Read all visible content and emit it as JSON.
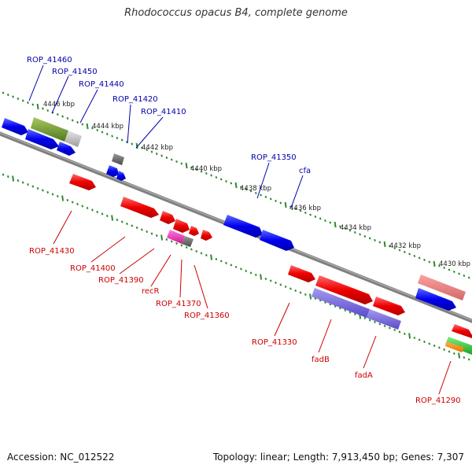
{
  "title": "Rhodococcus opacus B4, complete genome",
  "footer": {
    "accession": "Accession: NC_012522",
    "summary": "Topology: linear; Length: 7,913,450 bp; Genes: 7,307"
  },
  "colors": {
    "backbone": "#808080",
    "ticks": "#2e8b2e",
    "label_top": "#0000aa",
    "label_bottom": "#cc0000"
  },
  "scale_ticks": [
    {
      "label": "4446 kbp",
      "kbp": 4446
    },
    {
      "label": "4444 kbp",
      "kbp": 4444
    },
    {
      "label": "4442 kbp",
      "kbp": 4442
    },
    {
      "label": "4440 kbp",
      "kbp": 4440
    },
    {
      "label": "4438 kbp",
      "kbp": 4438
    },
    {
      "label": "4436 kbp",
      "kbp": 4436
    },
    {
      "label": "4434 kbp",
      "kbp": 4434
    },
    {
      "label": "4432 kbp",
      "kbp": 4432
    },
    {
      "label": "4430 kbp",
      "kbp": 4430
    }
  ],
  "top_labels": [
    "ROP_41460",
    "ROP_41450",
    "ROP_41440",
    "ROP_41420",
    "ROP_41410",
    "ROP_41350",
    "cfa"
  ],
  "bottom_labels": [
    "ROP_41430",
    "ROP_41400",
    "ROP_41390",
    "recR",
    "ROP_41370",
    "ROP_41360",
    "ROP_41330",
    "fadB",
    "fadA",
    "ROP_41290"
  ]
}
